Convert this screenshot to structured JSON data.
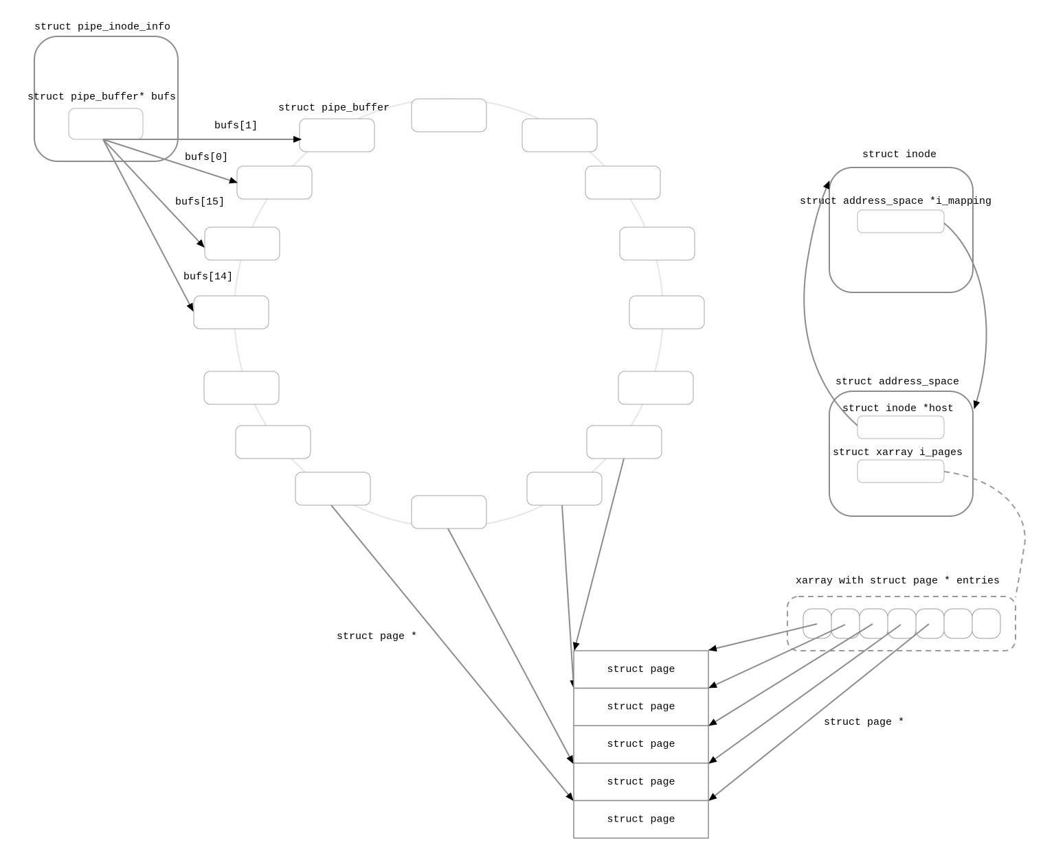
{
  "pipe_inode_info": {
    "title": "struct pipe_inode_info",
    "field_label": "struct pipe_buffer* bufs"
  },
  "pipe_buffer_ring": {
    "title": "struct pipe_buffer",
    "slot_count": 16,
    "pointer_labels": [
      "bufs[1]",
      "bufs[0]",
      "bufs[15]",
      "bufs[14]"
    ]
  },
  "inode": {
    "title": "struct inode",
    "field_label": "struct address_space *i_mapping"
  },
  "address_space": {
    "title": "struct address_space",
    "host_label": "struct inode *host",
    "pages_label": "struct xarray i_pages"
  },
  "xarray": {
    "title": "xarray with struct page * entries",
    "entry_count": 7
  },
  "pages": {
    "items": [
      "struct page",
      "struct page",
      "struct page",
      "struct page",
      "struct page"
    ],
    "left_pointer_label": "struct page *",
    "right_pointer_label": "struct page *"
  },
  "colors": {
    "edge": "#8c8c8c",
    "ring": "#e6e6e6",
    "field_border": "#b3b3b3"
  }
}
